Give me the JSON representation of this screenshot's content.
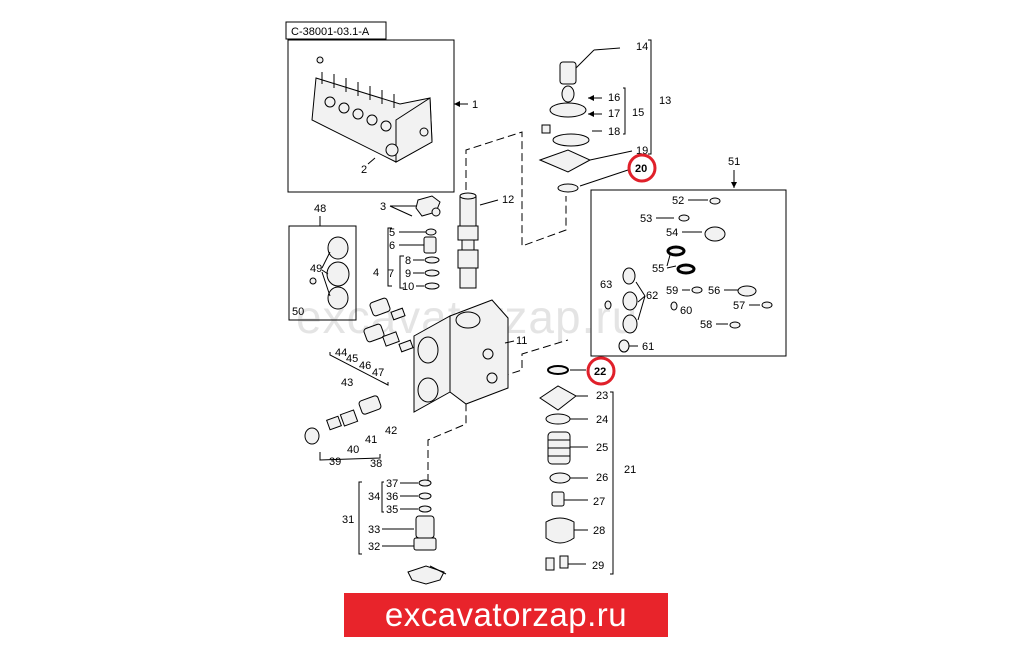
{
  "drawing_code": "C-38001-03.1-A",
  "watermark": "excavatorzap.ru",
  "banner": "excavatorzap.ru",
  "highlight_color": "#e0202a",
  "banner_color": "#e8242b",
  "labels": {
    "l1": "1",
    "l2": "2",
    "l3": "3",
    "l4": "4",
    "l5": "5",
    "l6": "6",
    "l7": "7",
    "l8": "8",
    "l9": "9",
    "l10": "10",
    "l11": "11",
    "l12": "12",
    "l13": "13",
    "l14": "14",
    "l15": "15",
    "l16": "16",
    "l17": "17",
    "l18": "18",
    "l19": "19",
    "l20": "20",
    "l21": "21",
    "l22": "22",
    "l23": "23",
    "l24": "24",
    "l25": "25",
    "l26": "26",
    "l27": "27",
    "l28": "28",
    "l29": "29",
    "l31": "31",
    "l32": "32",
    "l33": "33",
    "l34": "34",
    "l35": "35",
    "l36": "36",
    "l37": "37",
    "l38": "38",
    "l39": "39",
    "l40": "40",
    "l41": "41",
    "l42": "42",
    "l43": "43",
    "l44": "44",
    "l45": "45",
    "l46": "46",
    "l47": "47",
    "l48": "48",
    "l49": "49",
    "l50": "50",
    "l51": "51",
    "l52": "52",
    "l53": "53",
    "l54": "54",
    "l55": "55",
    "l56": "56",
    "l57": "57",
    "l58": "58",
    "l59": "59",
    "l60": "60",
    "l61": "61",
    "l62": "62",
    "l63": "63"
  }
}
